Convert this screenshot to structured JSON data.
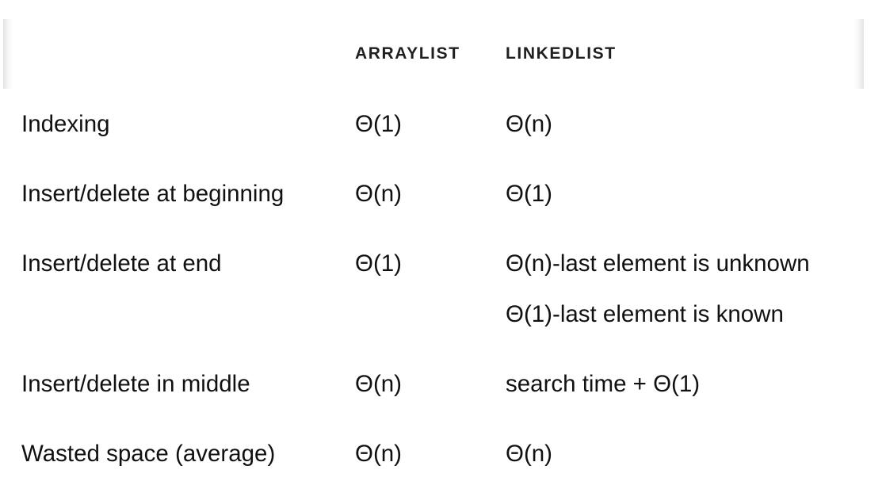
{
  "table": {
    "headers": [
      "",
      "ARRAYLIST",
      "LINKEDLIST"
    ],
    "rows": [
      {
        "operation": "Indexing",
        "arraylist": "Θ(1)",
        "linkedlist": [
          "Θ(n)"
        ]
      },
      {
        "operation": "Insert/delete at beginning",
        "arraylist": "Θ(n)",
        "linkedlist": [
          "Θ(1)"
        ]
      },
      {
        "operation": "Insert/delete at end",
        "arraylist": "Θ(1)",
        "linkedlist": [
          "Θ(n)-last element is unknown",
          "Θ(1)-last element is known"
        ]
      },
      {
        "operation": "Insert/delete in middle",
        "arraylist": "Θ(n)",
        "linkedlist": [
          "search time + Θ(1)"
        ]
      },
      {
        "operation": "Wasted space (average)",
        "arraylist": "Θ(n)",
        "linkedlist": [
          "Θ(n)"
        ]
      }
    ]
  }
}
